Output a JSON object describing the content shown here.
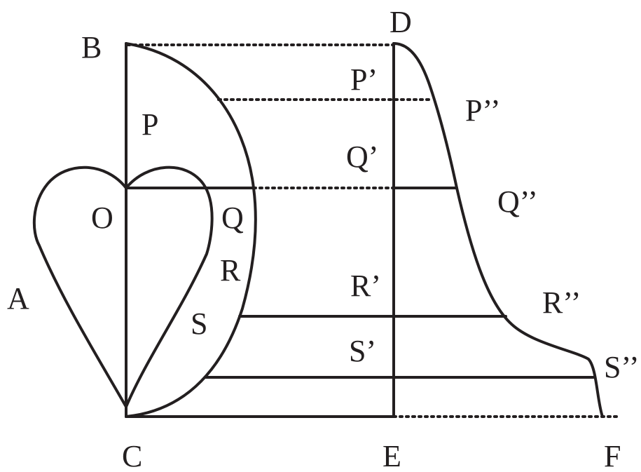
{
  "colors": {
    "ink": "#231f20",
    "background": "#ffffff"
  },
  "labels": {
    "A": "A",
    "B": "B",
    "C": "C",
    "D": "D",
    "E": "E",
    "F": "F",
    "O": "O",
    "P": "P",
    "Q": "Q",
    "R": "R",
    "S": "S",
    "P1": "P’",
    "Q1": "Q’",
    "R1": "R’",
    "S1": "S’",
    "P2": "P’’",
    "Q2": "Q’’",
    "R2": "R’’",
    "S2": "S’’"
  }
}
